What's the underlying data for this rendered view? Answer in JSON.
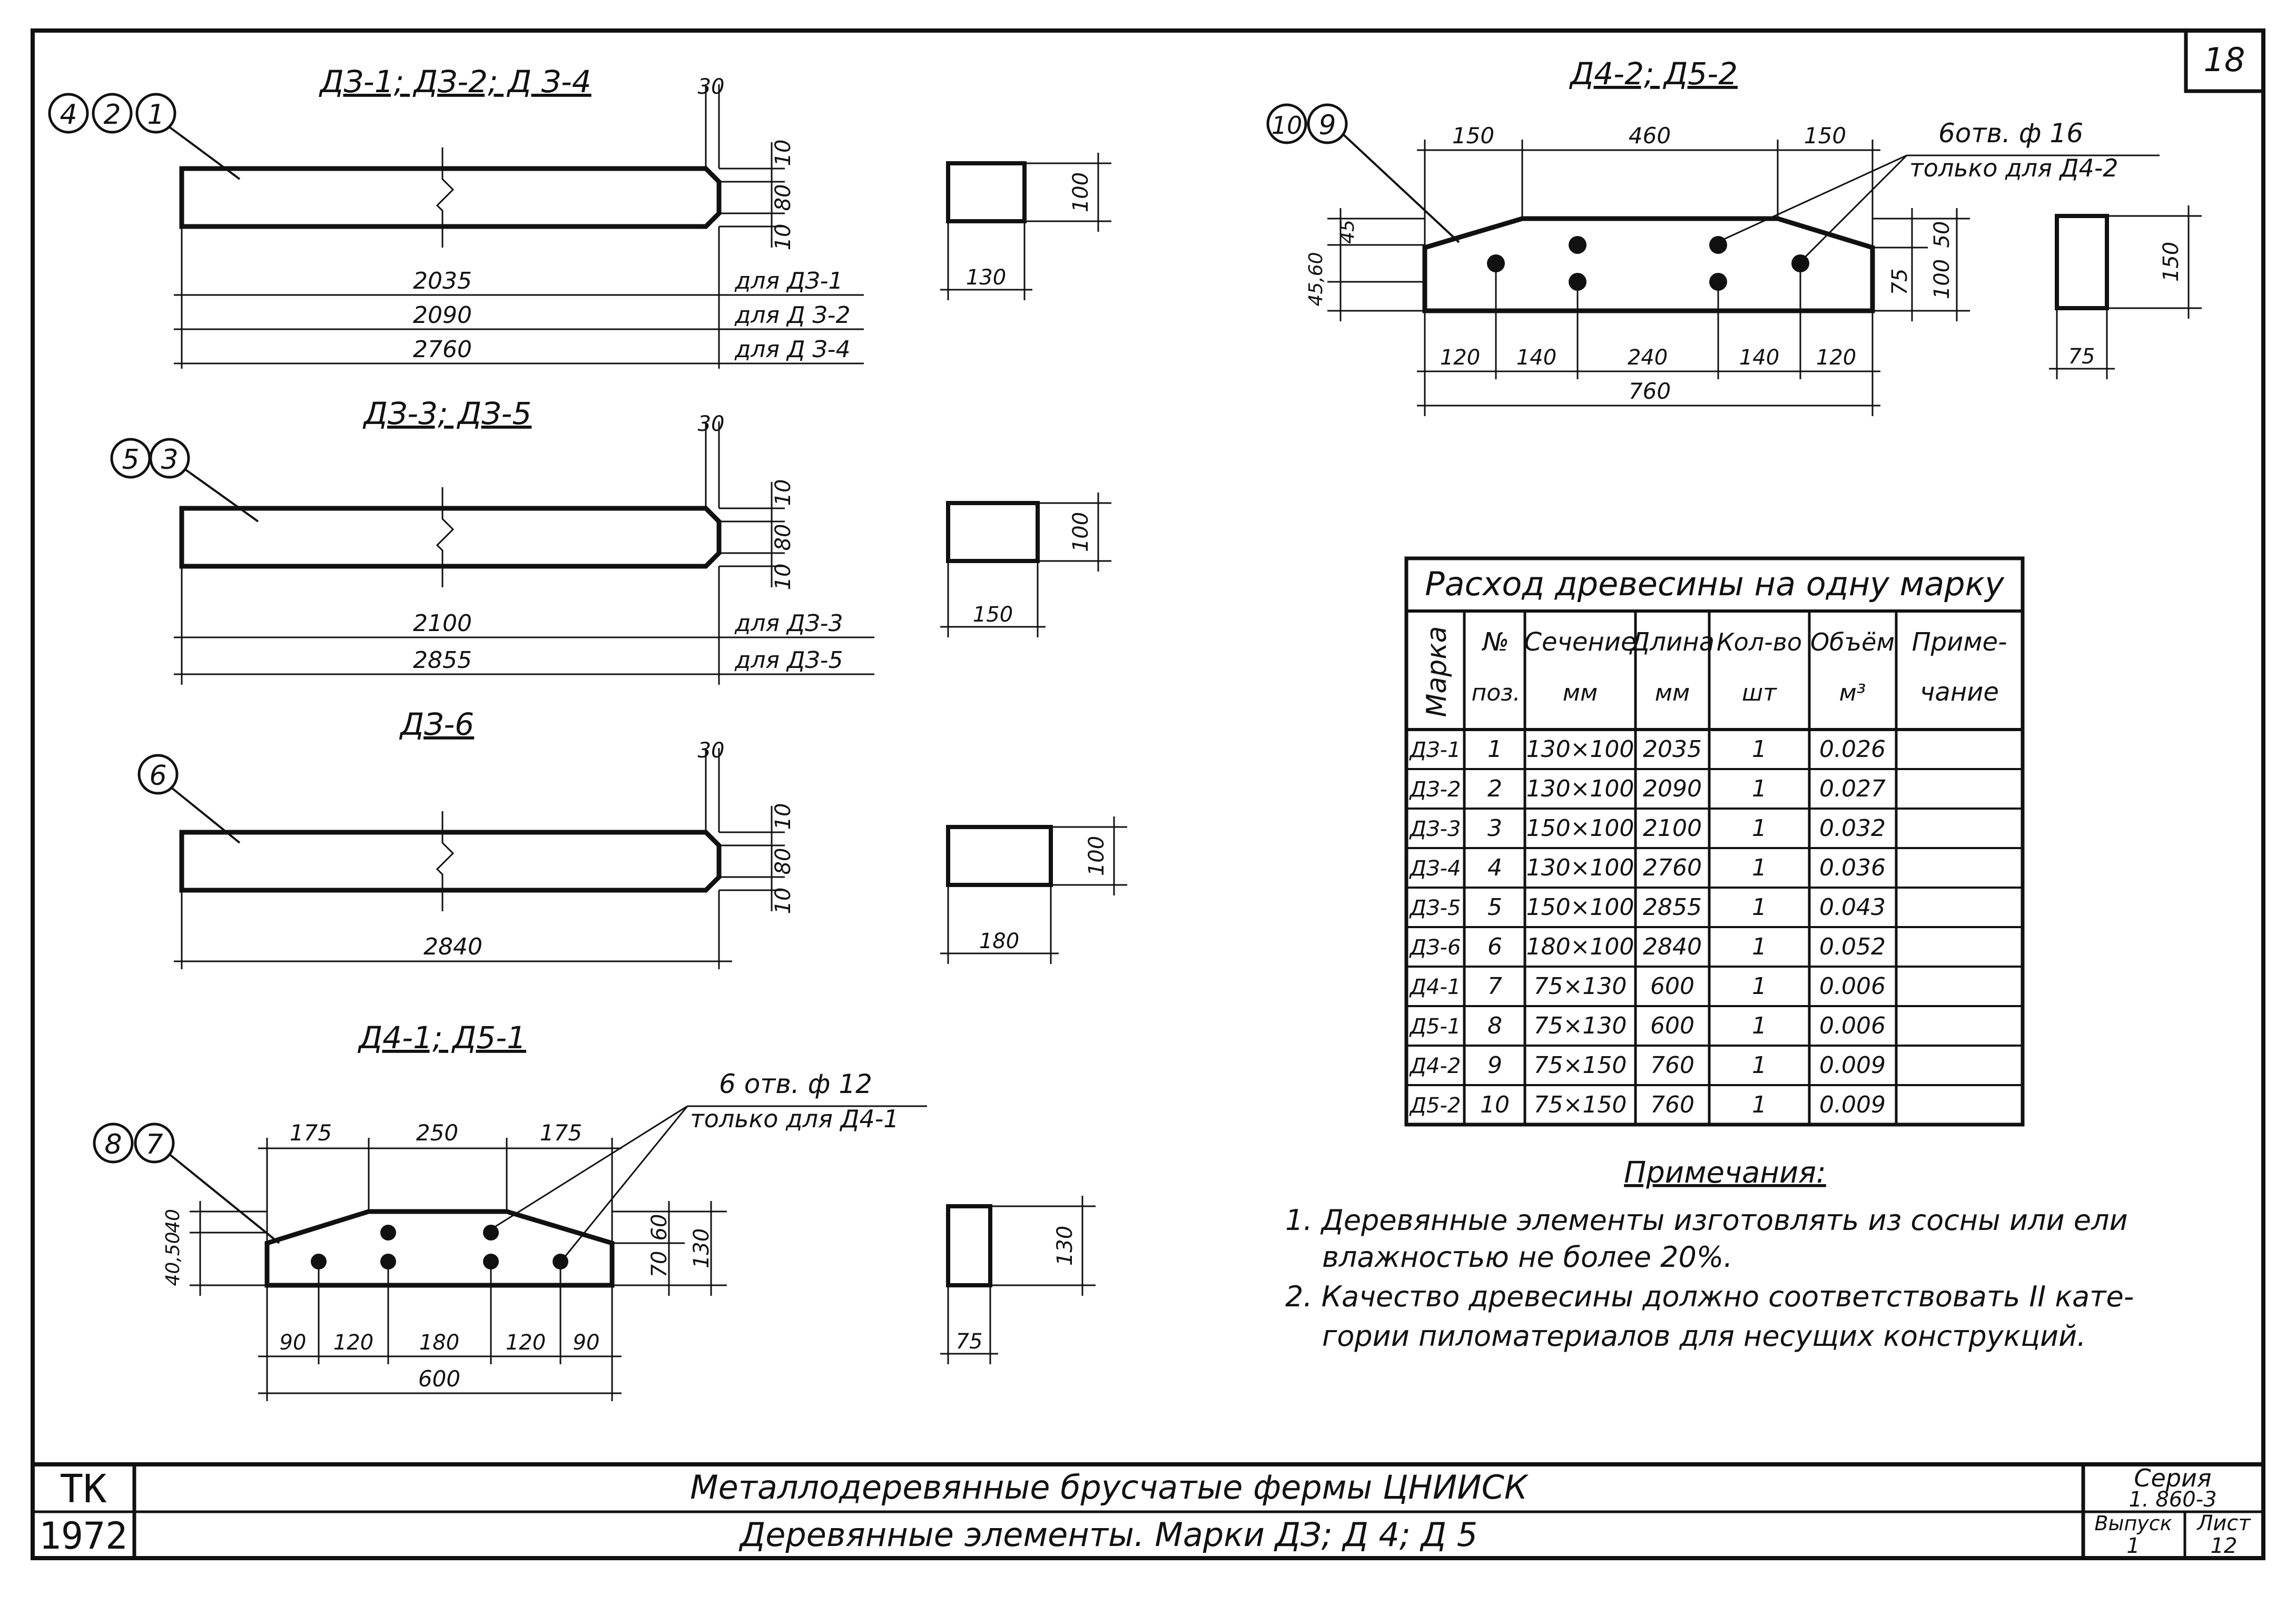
{
  "sheet": {
    "page_number": "18",
    "stamp": {
      "tk": "ТК",
      "year": "1972"
    },
    "title_main": "Металлодеревянные брусчатые фермы ЦНИИСК",
    "title_sub": "Деревянные элементы. Марки ДЗ; Д 4; Д 5",
    "series_label": "Серия",
    "series_value": "1. 860-3",
    "issue_label": "Выпуск",
    "issue_value": "1",
    "list_label": "Лист",
    "list_value": "12"
  },
  "d3_124": {
    "title": "ДЗ-1; ДЗ-2; Д З-4",
    "callouts": [
      "4",
      "2",
      "1"
    ],
    "chamfer": "30",
    "right_dims": [
      "10",
      "80",
      "10"
    ],
    "lengths": [
      "2035",
      "2090",
      "2760"
    ],
    "notes": [
      "для ДЗ-1",
      "для Д З-2",
      "для Д З-4"
    ],
    "section_height": "100",
    "section_width": "130"
  },
  "d3_35": {
    "title": "ДЗ-3; ДЗ-5",
    "callouts": [
      "5",
      "3"
    ],
    "chamfer": "30",
    "right_dims": [
      "10",
      "80",
      "10"
    ],
    "lengths": [
      "2100",
      "2855"
    ],
    "notes": [
      "для ДЗ-3",
      "для ДЗ-5"
    ],
    "section_height": "100",
    "section_width": "150"
  },
  "d3_6": {
    "title": "ДЗ-6",
    "callouts": [
      "6"
    ],
    "chamfer": "30",
    "right_dims": [
      "10",
      "80",
      "10"
    ],
    "lengths": [
      "2840"
    ],
    "section_height": "100",
    "section_width": "180"
  },
  "d4_1": {
    "title": "Д4-1; Д5-1",
    "callouts": [
      "8",
      "7"
    ],
    "holes_note_1": "6 отв. ф 12",
    "holes_note_2": "только для Д4-1",
    "top_dims": [
      "175",
      "250",
      "175"
    ],
    "left_dims": [
      "40,50",
      "40"
    ],
    "right_dims": [
      "60",
      "70",
      "130"
    ],
    "bottom_dims": [
      "90",
      "120",
      "180",
      "120",
      "90"
    ],
    "total": "600",
    "section_height": "130",
    "section_width": "75"
  },
  "d4_2": {
    "title": "Д4-2; Д5-2",
    "callouts": [
      "10",
      "9"
    ],
    "holes_note_1": "6отв. ф 16",
    "holes_note_2": "только для Д4-2",
    "top_dims": [
      "150",
      "460",
      "150"
    ],
    "left_dims": [
      "45,60",
      "45"
    ],
    "right_dims": [
      "50",
      "75",
      "100"
    ],
    "bottom_dims": [
      "120",
      "140",
      "240",
      "140",
      "120"
    ],
    "total": "760",
    "section_height": "150",
    "section_width": "75"
  },
  "table": {
    "title": "Расход древесины на одну марку",
    "headers": [
      [
        "Марка",
        ""
      ],
      [
        "№",
        "поз."
      ],
      [
        "Сечение",
        "мм"
      ],
      [
        "Длина",
        "мм"
      ],
      [
        "Кол-во",
        "шт"
      ],
      [
        "Объём",
        "м³"
      ],
      [
        "Приме-",
        "чание"
      ]
    ],
    "rows": [
      [
        "ДЗ-1",
        "1",
        "130×100",
        "2035",
        "1",
        "0.026",
        ""
      ],
      [
        "ДЗ-2",
        "2",
        "130×100",
        "2090",
        "1",
        "0.027",
        ""
      ],
      [
        "ДЗ-3",
        "3",
        "150×100",
        "2100",
        "1",
        "0.032",
        ""
      ],
      [
        "ДЗ-4",
        "4",
        "130×100",
        "2760",
        "1",
        "0.036",
        ""
      ],
      [
        "ДЗ-5",
        "5",
        "150×100",
        "2855",
        "1",
        "0.043",
        ""
      ],
      [
        "ДЗ-6",
        "6",
        "180×100",
        "2840",
        "1",
        "0.052",
        ""
      ],
      [
        "Д4-1",
        "7",
        "75×130",
        "600",
        "1",
        "0.006",
        ""
      ],
      [
        "Д5-1",
        "8",
        "75×130",
        "600",
        "1",
        "0.006",
        ""
      ],
      [
        "Д4-2",
        "9",
        "75×150",
        "760",
        "1",
        "0.009",
        ""
      ],
      [
        "Д5-2",
        "10",
        "75×150",
        "760",
        "1",
        "0.009",
        ""
      ]
    ]
  },
  "notes": {
    "heading": "Примечания:",
    "lines": [
      "1. Деревянные элементы изготовлять из сосны или ели",
      "влажностью не более 20%.",
      "2. Качество древесины должно соответствовать II кате-",
      "гории пиломатериалов для несущих конструкций."
    ]
  }
}
